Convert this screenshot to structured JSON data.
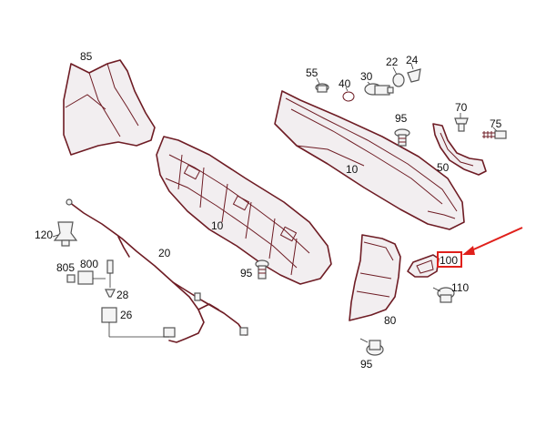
{
  "callouts": {
    "c85": "85",
    "c55": "55",
    "c40": "40",
    "c30": "30",
    "c22": "22",
    "c24": "24",
    "c95_top": "95",
    "c70": "70",
    "c75": "75",
    "c50": "50",
    "c10_right": "10",
    "c10_left": "10",
    "c120": "120",
    "c20": "20",
    "c805": "805",
    "c800": "800",
    "c28": "28",
    "c26": "26",
    "c95_mid": "95",
    "c80": "80",
    "c100": "100",
    "c110": "110",
    "c95_bottom": "95"
  },
  "highlight": {
    "target": "100",
    "color": "#e0201b"
  },
  "colors": {
    "part_outline": "#6e1c24",
    "highlight": "#e0201b"
  }
}
